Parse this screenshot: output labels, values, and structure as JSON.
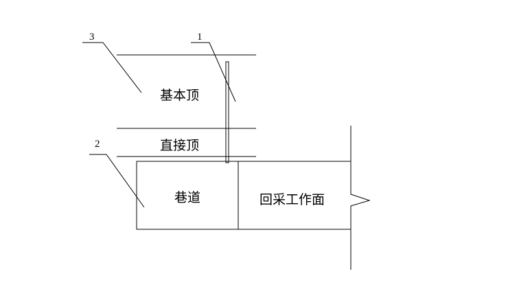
{
  "labels": {
    "main_roof": "基本顶",
    "immediate_roof": "直接顶",
    "roadway": "巷道",
    "working_face": "回采工作面"
  },
  "callouts": {
    "c1": "1",
    "c2": "2",
    "c3": "3"
  },
  "colors": {
    "line": "#000000",
    "background": "#ffffff"
  }
}
